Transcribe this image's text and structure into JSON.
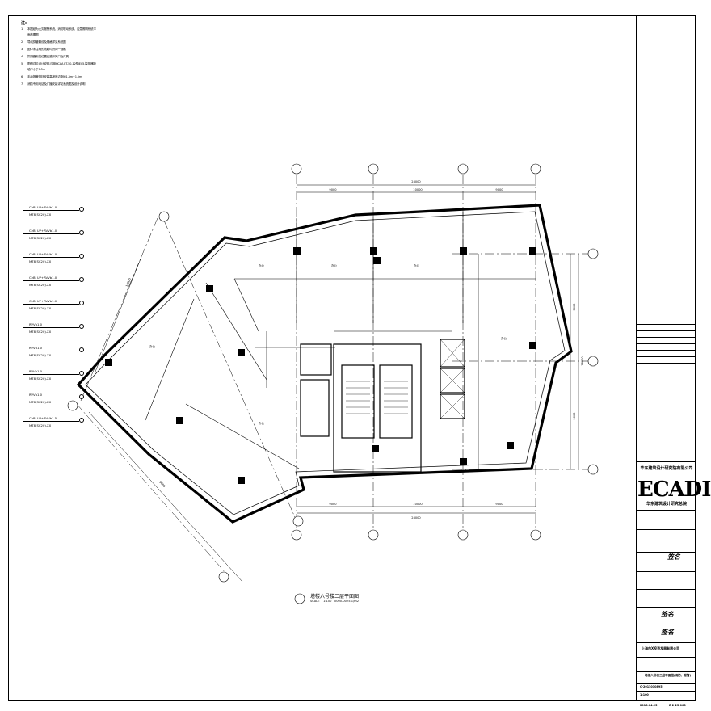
{
  "notes": {
    "heading": "注:",
    "items": [
      {
        "n": "1",
        "text": "本图纸为火灾报警系统、消防联动系统、应急照明系统平面布置图"
      },
      {
        "n": "2",
        "text": "导线穿管敷设及规格详见系统图"
      },
      {
        "n": "3",
        "text": "图中未注明的线缆均为同一规格"
      },
      {
        "n": "4",
        "text": "探测器安装位置应避开风口及灯具"
      },
      {
        "n": "5",
        "text": "图例详见设计说明,应用HCAA ET-50-12型IEC5,探测器距墙不小于0.5m"
      },
      {
        "n": "6",
        "text": "手动报警按钮安装高度底边距地1.3m~1.5m"
      },
      {
        "n": "7",
        "text": "消防专用电话及广播安装详见系统图及设计说明"
      }
    ]
  },
  "legend": [
    {
      "l1": "CeBl UP+RVVb1.0",
      "l2": "MT8(SC20)-XX"
    },
    {
      "l1": "CeBl UP+RVVb1.0",
      "l2": "MT8(SC20)-XX"
    },
    {
      "l1": "CeBl UP+RVVb1.0",
      "l2": "MT8(SC20)-XX"
    },
    {
      "l1": "CeBl UP+RVVb1.0",
      "l2": "MT8(SC20)-XX"
    },
    {
      "l1": "CeBl UP+RVVb1.0",
      "l2": "MT8(SC20)-XX"
    },
    {
      "l1": "RVVb1.0",
      "l2": "MT8(SC20)-XX"
    },
    {
      "l1": "RVVb1.0",
      "l2": "MT8(SC20)-XX"
    },
    {
      "l1": "RVVb1.0",
      "l2": "MT8(SC20)-XX"
    },
    {
      "l1": "RVVb1.0",
      "l2": "MT8(SC20)-XX"
    },
    {
      "l1": "CeBl UP+RVVb1.5",
      "l2": "MT8(SC20)-XX"
    }
  ],
  "plan": {
    "top_dim_total": "28000",
    "top_dims": [
      "9000",
      "10000",
      "9000"
    ],
    "bottom_dim_total": "28000",
    "bottom_dims": [
      "9000",
      "10000",
      "9000"
    ],
    "right_dim_total": "18000",
    "right_dims": [
      "9000",
      "9000"
    ],
    "left_dim_a": "18000",
    "left_dim_b": "9000",
    "rooms": [
      "办公",
      "办公",
      "办公",
      "办公",
      "办公",
      "办公"
    ],
    "bubbles": [
      "",
      "",
      "",
      "",
      "",
      "",
      "",
      "",
      ""
    ]
  },
  "caption": {
    "title": "塔楼六号楼二层平面图",
    "scale_label": "SCALE",
    "scale": "1:100",
    "scale_note": "0000-0025-1/m2"
  },
  "title_block": {
    "company_top": "华东建筑设计研究院有限公司",
    "logo": "ECADI",
    "company_bottom": "华东建筑设计研究总院",
    "owner": "上海市X投资发展有限公司",
    "project_no": "C-2013010895",
    "sheet_no": "E-2-25-003",
    "scale": "1:100",
    "date": "2016.04.25",
    "sheet_title": "塔楼六号楼二层平面图(消防、报警)",
    "sig1": "签名",
    "sig2": "签名",
    "sig3": "签名"
  }
}
